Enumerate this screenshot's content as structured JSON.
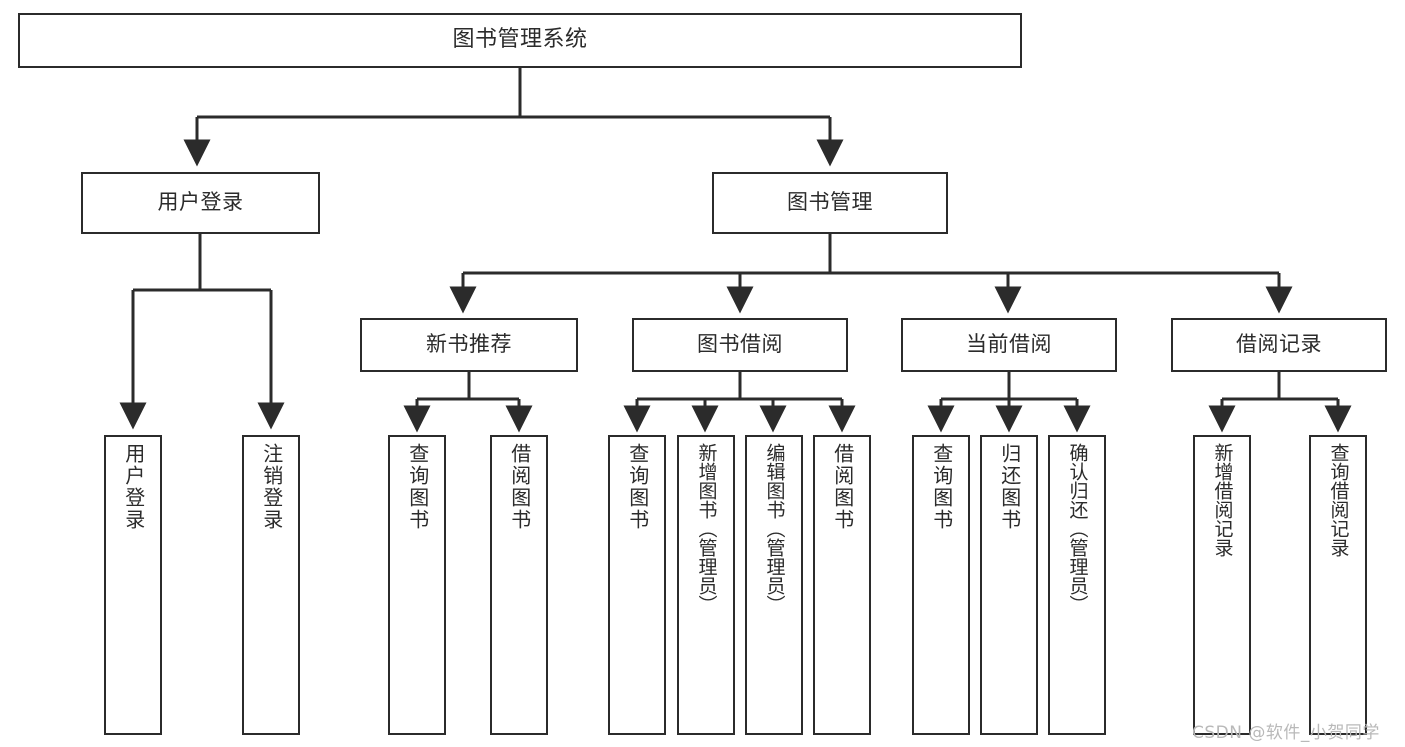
{
  "diagram": {
    "type": "tree-hierarchy",
    "title": "图书管理系统",
    "watermark": "CSDN @软件_小贺同学",
    "colors": {
      "background": "#ffffff",
      "stroke": "#2b2b2b",
      "text": "#2b2b2b",
      "watermark": "#b9b9b9"
    },
    "levels": {
      "level1": [
        "图书管理系统"
      ],
      "level2": [
        "用户登录",
        "图书管理"
      ],
      "level3": [
        "新书推荐",
        "图书借阅",
        "当前借阅",
        "借阅记录"
      ],
      "level4": [
        "用户登录",
        "注销登录",
        "查询图书",
        "借阅图书",
        "查询图书",
        "新增图书（管理员）",
        "编辑图书（管理员）",
        "借阅图书",
        "查询图书",
        "归还图书",
        "确认归还（管理员）",
        "新增借阅记录",
        "查询借阅记录"
      ]
    },
    "nodes": {
      "root": {
        "label": "图书管理系统"
      },
      "user_login": {
        "label": "用户登录"
      },
      "book_manage": {
        "label": "图书管理"
      },
      "new_book_rec": {
        "label": "新书推荐"
      },
      "book_borrow": {
        "label": "图书借阅"
      },
      "current_borrow": {
        "label": "当前借阅"
      },
      "borrow_record": {
        "label": "借阅记录"
      },
      "leaf_user_login": {
        "label": "用户登录"
      },
      "leaf_logout": {
        "label": "注销登录"
      },
      "leaf_query_book_1": {
        "label": "查询图书"
      },
      "leaf_borrow_book_1": {
        "label": "借阅图书"
      },
      "leaf_query_book_2": {
        "label": "查询图书"
      },
      "leaf_add_book": {
        "label": "新增图书（管理员）"
      },
      "leaf_edit_book": {
        "label": "编辑图书（管理员）"
      },
      "leaf_borrow_book_2": {
        "label": "借阅图书"
      },
      "leaf_query_book_3": {
        "label": "查询图书"
      },
      "leaf_return_book": {
        "label": "归还图书"
      },
      "leaf_confirm_return": {
        "label": "确认归还（管理员）"
      },
      "leaf_add_record": {
        "label": "新增借阅记录"
      },
      "leaf_query_record": {
        "label": "查询借阅记录"
      }
    },
    "edges": [
      {
        "from": "root",
        "to": "user_login"
      },
      {
        "from": "root",
        "to": "book_manage"
      },
      {
        "from": "user_login",
        "to": "leaf_user_login"
      },
      {
        "from": "user_login",
        "to": "leaf_logout"
      },
      {
        "from": "book_manage",
        "to": "new_book_rec"
      },
      {
        "from": "book_manage",
        "to": "book_borrow"
      },
      {
        "from": "book_manage",
        "to": "current_borrow"
      },
      {
        "from": "book_manage",
        "to": "borrow_record"
      },
      {
        "from": "new_book_rec",
        "to": "leaf_query_book_1"
      },
      {
        "from": "new_book_rec",
        "to": "leaf_borrow_book_1"
      },
      {
        "from": "book_borrow",
        "to": "leaf_query_book_2"
      },
      {
        "from": "book_borrow",
        "to": "leaf_add_book"
      },
      {
        "from": "book_borrow",
        "to": "leaf_edit_book"
      },
      {
        "from": "book_borrow",
        "to": "leaf_borrow_book_2"
      },
      {
        "from": "current_borrow",
        "to": "leaf_query_book_3"
      },
      {
        "from": "current_borrow",
        "to": "leaf_return_book"
      },
      {
        "from": "current_borrow",
        "to": "leaf_confirm_return"
      },
      {
        "from": "borrow_record",
        "to": "leaf_add_record"
      },
      {
        "from": "borrow_record",
        "to": "leaf_query_record"
      }
    ]
  }
}
